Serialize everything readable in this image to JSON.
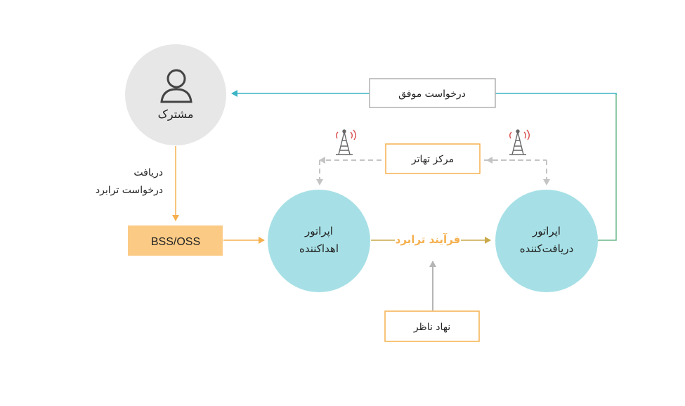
{
  "subscriber": {
    "label": "مشترک"
  },
  "request_received": {
    "line1": "دریافت",
    "line2": "درخواست ترابرد"
  },
  "bss_oss": {
    "label": "BSS/OSS"
  },
  "donor_operator": {
    "line1": "اپراتور",
    "line2": "اهداکننده"
  },
  "recipient_operator": {
    "line1": "اپراتور",
    "line2": "دریافت‌کننده"
  },
  "porting_process": {
    "label": "فرآیند ترابرد"
  },
  "clearing_house": {
    "label": "مرکز تهاتر"
  },
  "success_request": {
    "label": "درخواست موفق"
  },
  "regulator": {
    "label": "نهاد ناظر"
  },
  "colors": {
    "orange": "#f5b04f",
    "bss_fill": "#fbcb86",
    "circle_fill": "#a6e0e6",
    "subscriber_fill": "#e7e7e7",
    "teal": "#3bb4c4",
    "green": "#6ab88a",
    "gray_dashed": "#c4c4c4",
    "gray_arrow": "#b5b5b5",
    "olive": "#c9a94a"
  },
  "icons": [
    "person-icon",
    "antenna-tower-icon"
  ]
}
